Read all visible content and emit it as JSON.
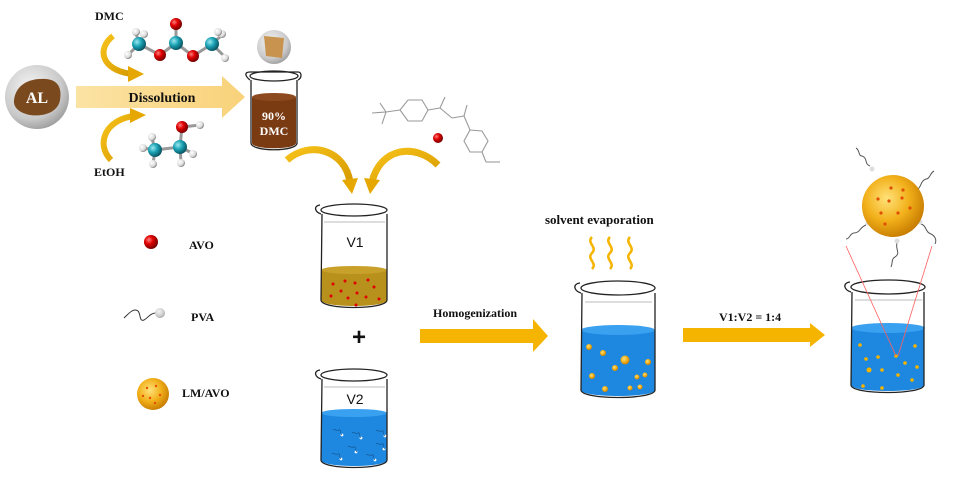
{
  "title": "Preparation scheme of LM/AVO nanoparticles",
  "colors": {
    "arrow_orange": "#F5B400",
    "arrow_pale": "#FAD98A",
    "lignin_brown": "#7A3A12",
    "v1_liquid": "#B8901C",
    "water_blue": "#1E88E0",
    "avo_red": "#E00000",
    "carbon_teal": "#1AA3B5",
    "oxygen_red": "#E00010",
    "particle_gold": "#F2B01A"
  },
  "dissolution": {
    "al_label": "AL",
    "dmc_label": "DMC",
    "etoh_label": "EtOH",
    "arrow_label": "Dissolution",
    "beaker_label_line1": "90%",
    "beaker_label_line2": "DMC"
  },
  "legend": {
    "items": [
      {
        "icon": "avo-sphere-icon",
        "label": "AVO"
      },
      {
        "icon": "pva-chain-icon",
        "label": "PVA"
      },
      {
        "icon": "lm-avo-particle-icon",
        "label": "LM/AVO"
      }
    ]
  },
  "mixing": {
    "beaker1_label": "V1",
    "beaker2_label": "V2",
    "plus": "+"
  },
  "steps": {
    "homogenization_label": "Homogenization",
    "evaporation_label": "solvent evaporation",
    "ratio_label": "V1:V2 = 1:4"
  }
}
